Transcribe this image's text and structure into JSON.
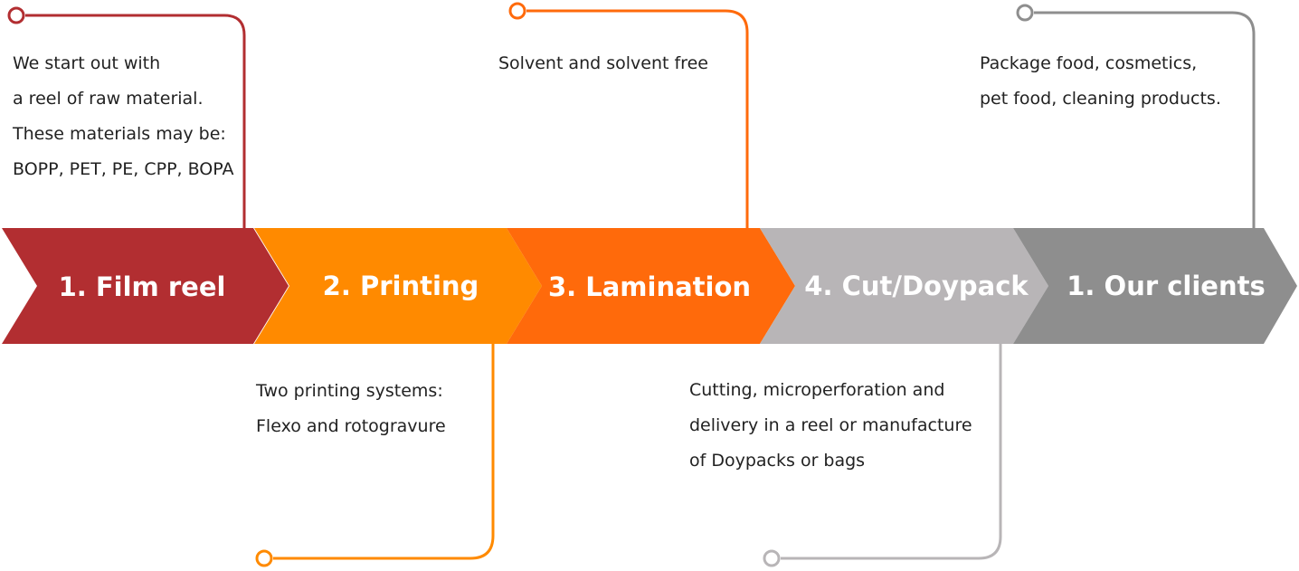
{
  "colors": {
    "step1": "#b22e31",
    "step2": "#ff8a00",
    "step3": "#ff6a0b",
    "step4": "#b8b5b7",
    "step5": "#8e8e8e"
  },
  "steps": [
    {
      "label": "1. Film reel"
    },
    {
      "label": "2. Printing"
    },
    {
      "label": "3. Lamination"
    },
    {
      "label": "4. Cut/Doypack"
    },
    {
      "label": "1. Our clients"
    }
  ],
  "descriptions": {
    "film_reel": [
      "We start out with",
      "a reel of raw material.",
      "These materials may be:",
      "BOPP, PET, PE, CPP, BOPA"
    ],
    "printing": [
      "Two printing systems:",
      "Flexo and rotogravure"
    ],
    "lamination": [
      "Solvent and solvent free"
    ],
    "cut_doypack": [
      "Cutting, microperforation and",
      "delivery in a reel or manufacture",
      "of Doypacks or bags"
    ],
    "our_clients": [
      "Package food, cosmetics,",
      "pet food, cleaning products."
    ]
  }
}
